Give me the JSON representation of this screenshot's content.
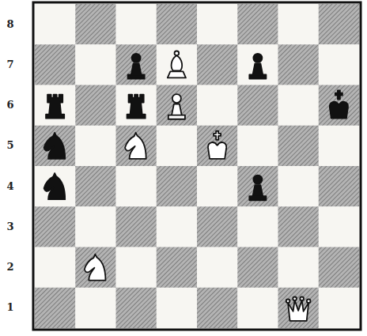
{
  "diagram": {
    "labels": [
      "8",
      "7",
      "6",
      "5",
      "4",
      "3",
      "2",
      "1"
    ]
  }
}
